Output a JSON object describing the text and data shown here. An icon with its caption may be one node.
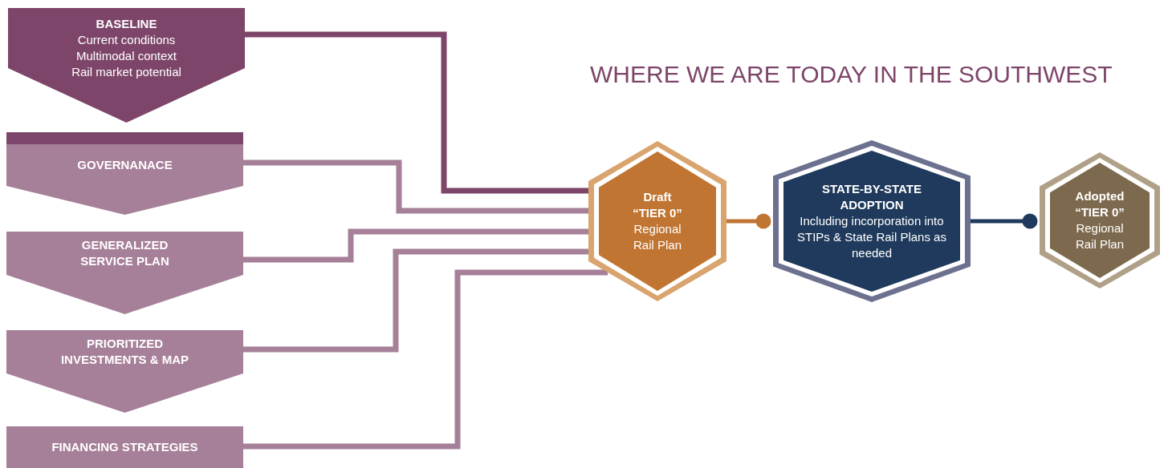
{
  "diagram": {
    "title": "WHERE WE ARE TODAY IN THE SOUTHWEST",
    "nodes": [
      {
        "text": [
          "BASELINE",
          "Current conditions",
          "Multimodal context",
          "Rail market potential"
        ]
      },
      {
        "text": [
          "GOVERNANACE"
        ]
      },
      {
        "text": [
          "GENERALIZED SERVICE PLAN"
        ]
      },
      {
        "text": [
          "PRIORITIZED INVESTMENTS & MAP"
        ]
      },
      {
        "text": [
          "FINANCING STRATEGIES"
        ]
      },
      {
        "text": [
          "Draft “TIER 0”",
          "Regional Rail Plan"
        ]
      },
      {
        "text": [
          "STATE-BY-STATE ADOPTION",
          "Including incorporation into STIPs & State Rail Plans as needed"
        ]
      },
      {
        "text": [
          "Adopted “TIER 0”",
          "Regional Rail Plan"
        ]
      }
    ],
    "edges": [
      {
        "from": 0,
        "to": 5,
        "arrow": "none",
        "color": "#7d4569"
      },
      {
        "from": 1,
        "to": 5,
        "arrow": "none"
      },
      {
        "from": 2,
        "to": 5,
        "arrow": "none"
      },
      {
        "from": 3,
        "to": 5,
        "arrow": "none"
      },
      {
        "from": 4,
        "to": 5,
        "arrow": "none"
      },
      {
        "from": 5,
        "to": 6,
        "arrow": "other",
        "color": "#c07533"
      },
      {
        "from": 6,
        "to": 7,
        "arrow": "other",
        "color": "#1f3a5c"
      }
    ]
  }
}
